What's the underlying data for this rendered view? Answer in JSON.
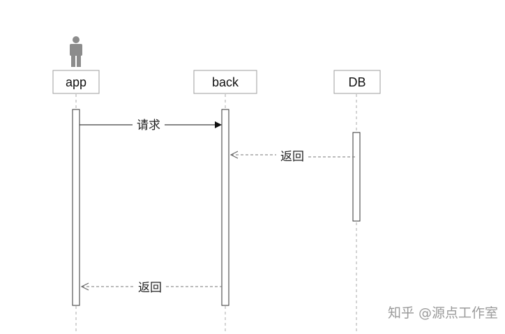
{
  "participants": {
    "app": "app",
    "back": "back",
    "db": "DB"
  },
  "messages": {
    "request": "请求",
    "db_return": "返回",
    "back_return": "返回"
  },
  "watermark": "知乎 @源点工作室",
  "colors": {
    "line": "#333333",
    "dashed": "#777777",
    "lifeline": "#aaaaaa",
    "box_border": "#9e9e9e",
    "actor": "#8c8c8c"
  }
}
